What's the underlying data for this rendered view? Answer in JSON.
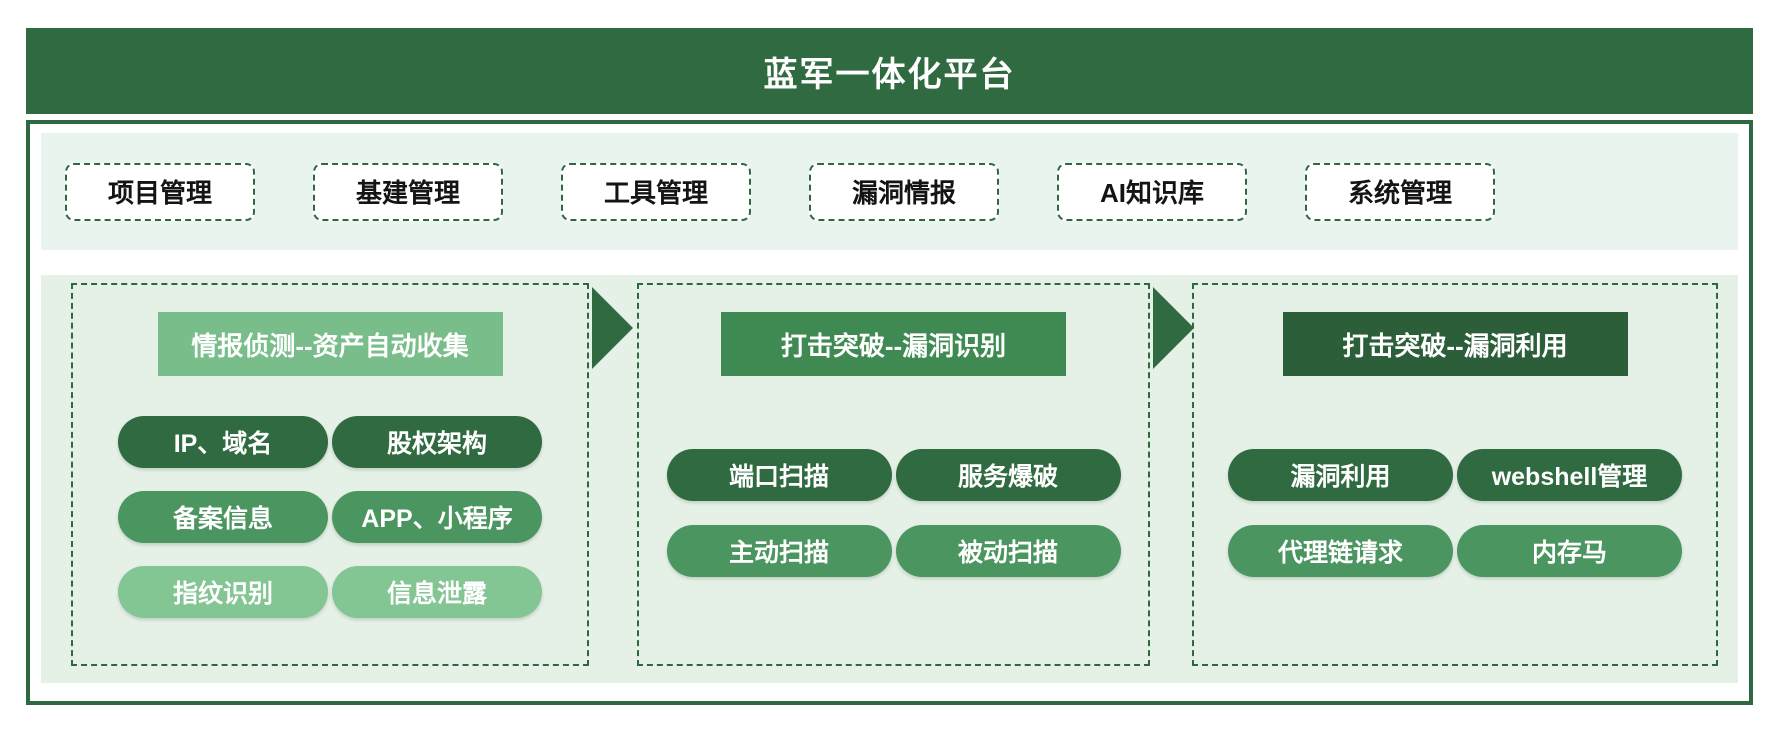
{
  "title": "蓝军一体化平台",
  "palette": {
    "dark_green": "#2f6a40",
    "darkest_green": "#2c5e39",
    "medium_green": "#3f8a52",
    "pill_medium_green": "#4b9660",
    "light_medium_green": "#79bd8a",
    "pill_light_green": "#83c593",
    "nav_strip_bg": "#e9f4ef",
    "flow_strip_bg": "#e5f0e7",
    "dashed_border_green": "#2d6840",
    "nav_button_bg": "#ffffff",
    "nav_button_text": "#141414",
    "box_text": "#ffffff"
  },
  "nav": {
    "items": [
      {
        "label": "项目管理"
      },
      {
        "label": "基建管理"
      },
      {
        "label": "工具管理"
      },
      {
        "label": "漏洞情报"
      },
      {
        "label": "AI知识库"
      },
      {
        "label": "系统管理"
      }
    ]
  },
  "flow": {
    "arrow_color": "#2f6a40",
    "stages": [
      {
        "header": "情报侦测--资产自动收集",
        "pills": [
          {
            "label": "IP、域名",
            "tone": "dark"
          },
          {
            "label": "股权架构",
            "tone": "dark"
          },
          {
            "label": "备案信息",
            "tone": "medium"
          },
          {
            "label": "APP、小程序",
            "tone": "medium"
          },
          {
            "label": "指纹识别",
            "tone": "light"
          },
          {
            "label": "信息泄露",
            "tone": "light"
          }
        ]
      },
      {
        "header": "打击突破--漏洞识别",
        "pills": [
          {
            "label": "端口扫描",
            "tone": "dark"
          },
          {
            "label": "服务爆破",
            "tone": "dark"
          },
          {
            "label": "主动扫描",
            "tone": "medium"
          },
          {
            "label": "被动扫描",
            "tone": "medium"
          }
        ]
      },
      {
        "header": "打击突破--漏洞利用",
        "pills": [
          {
            "label": "漏洞利用",
            "tone": "dark"
          },
          {
            "label": "webshell管理",
            "tone": "dark"
          },
          {
            "label": "代理链请求",
            "tone": "medium"
          },
          {
            "label": "内存马",
            "tone": "medium"
          }
        ]
      }
    ]
  }
}
